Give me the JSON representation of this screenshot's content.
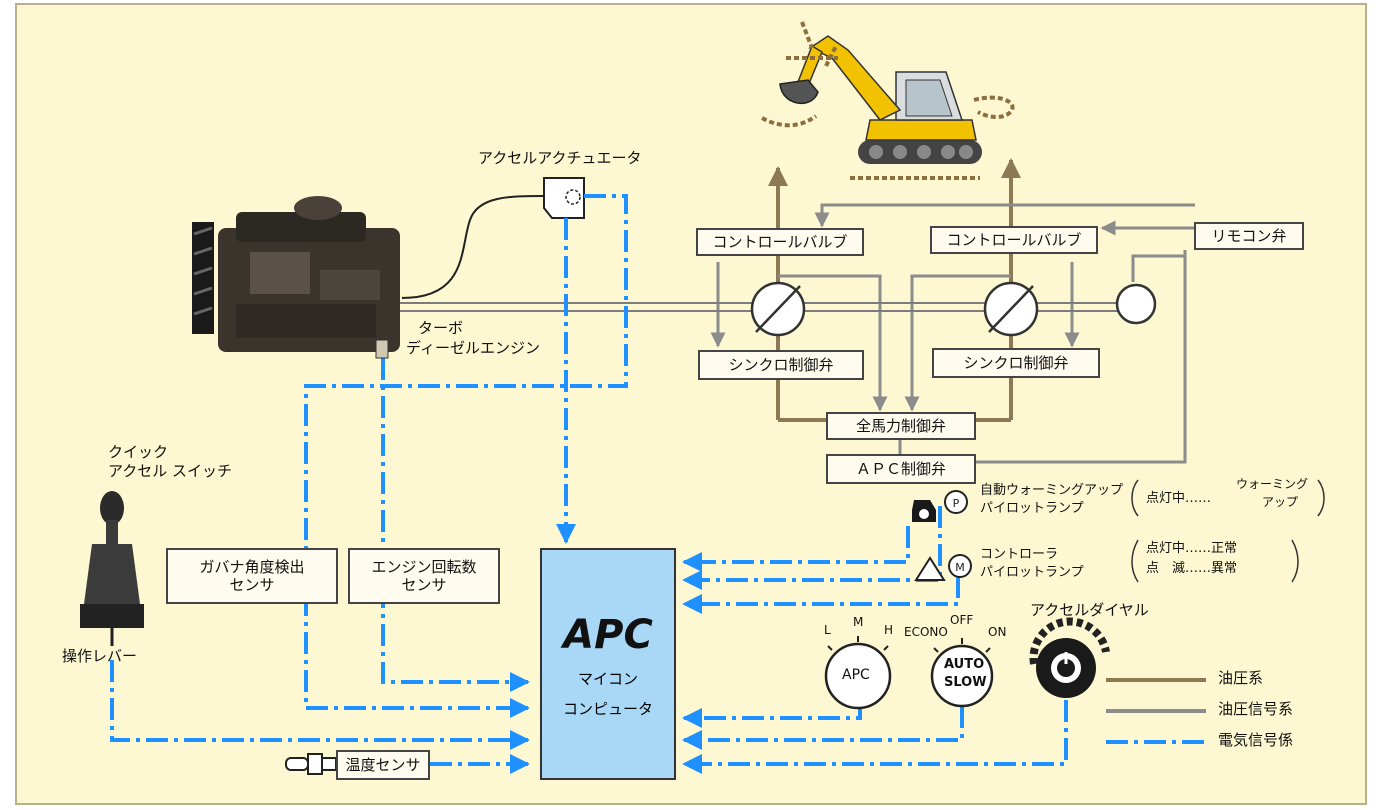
{
  "labels": {
    "accel_actuator": "アクセルアクチュエータ",
    "engine_line1": "ターボ",
    "engine_line2": "ディーゼルエンジン",
    "control_valve_left": "コントロールバルブ",
    "control_valve_right": "コントロールバルブ",
    "remote_valve": "リモコン弁",
    "synchro_valve_left": "シンクロ制御弁",
    "synchro_valve_right": "シンクロ制御弁",
    "full_hp_valve": "全馬力制御弁",
    "apc_valve": "ＡＰＣ制御弁",
    "quick_switch_line1": "クイック",
    "quick_switch_line2": "アクセル スイッチ",
    "governor_sensor_line1": "ガバナ角度検出",
    "governor_sensor_line2": "センサ",
    "engine_speed_sensor_line1": "エンジン回転数",
    "engine_speed_sensor_line2": "センサ",
    "lever": "操作レバー",
    "temp_sensor": "温度センサ",
    "apc_title": "APC",
    "apc_sub1": "マイコン",
    "apc_sub2": "コンピュータ",
    "warming_lamp_line1": "自動ウォーミングアップ",
    "warming_lamp_line2": "パイロットランプ",
    "warming_note_a": "点灯中",
    "warming_note_dots": "……",
    "warming_note_b1": "ウォーミング",
    "warming_note_b2": "アップ",
    "controller_lamp_line1": "コントローラ",
    "controller_lamp_line2": "パイロットランプ",
    "ctrl_note_on": "点灯中",
    "ctrl_note_on_dots": "……",
    "ctrl_note_on_val": "正常",
    "ctrl_note_blink": "点　滅",
    "ctrl_note_blink_dots": "……",
    "ctrl_note_blink_val": "異常",
    "accel_dial": "アクセルダイヤル",
    "apc_mode_l": "L",
    "apc_mode_m": "M",
    "apc_mode_h": "H",
    "apc_dial": "APC",
    "slow_econo": "ECONO",
    "slow_off": "OFF",
    "slow_on": "ON",
    "auto_slow_line1": "AUTO",
    "auto_slow_line2": "SLOW"
  },
  "legend": {
    "hydraulic": "油圧系",
    "hydraulic_signal": "油圧信号系",
    "electric_signal": "電気信号係"
  },
  "colors": {
    "background": "#fdf8d2",
    "hydraulic": "#8d7a55",
    "hydraulic_signal": "#8c8c8c",
    "electric_signal": "#1e90ff",
    "apc_box": "#a9d8f6",
    "excavator": "#f2c200"
  }
}
